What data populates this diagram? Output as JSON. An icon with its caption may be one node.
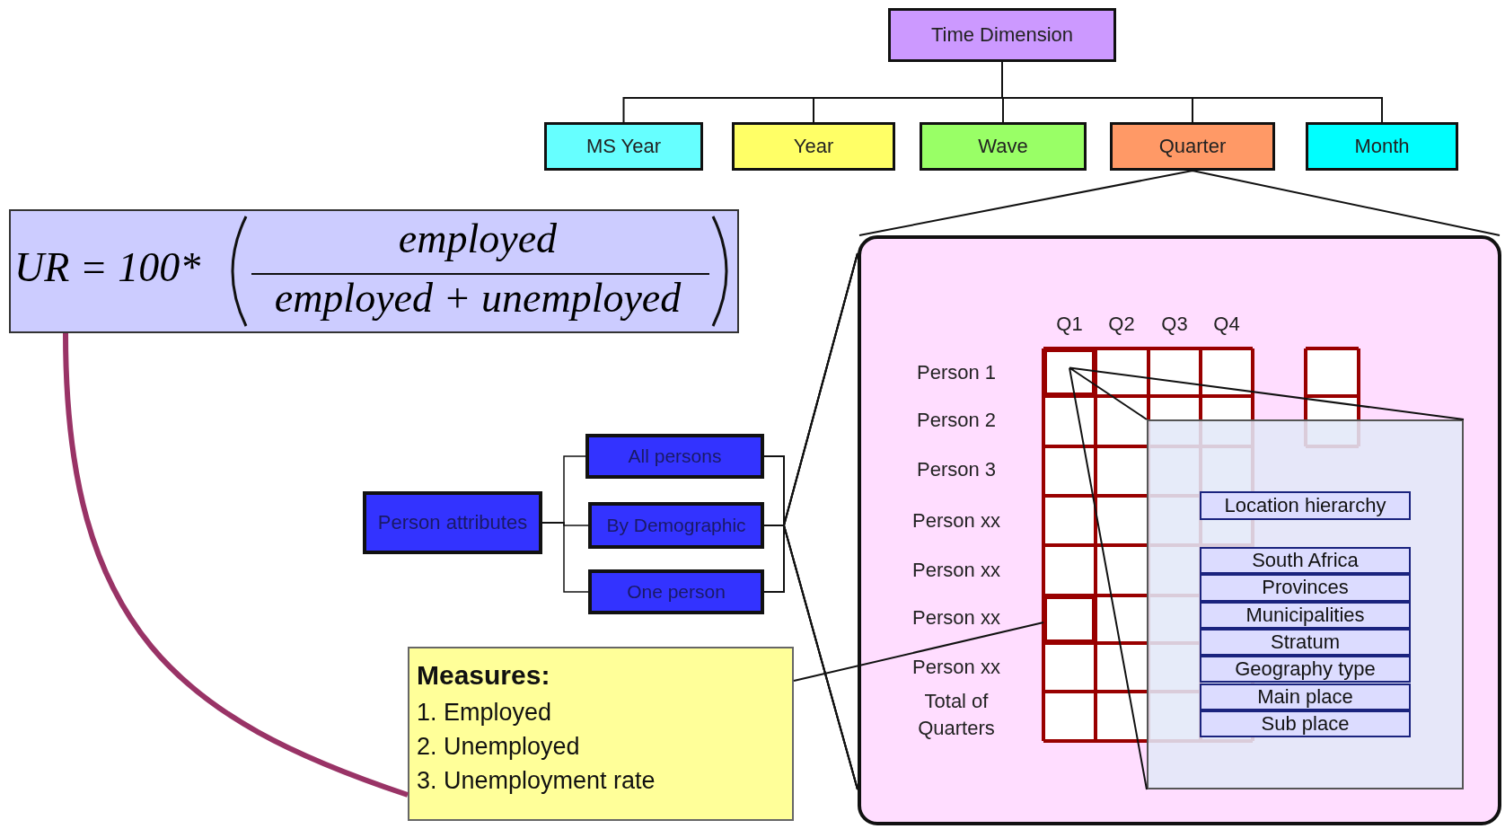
{
  "diagram": {
    "nodes": [
      {
        "text": [
          "Time Dimension"
        ]
      },
      {
        "text": [
          "MS Year"
        ]
      },
      {
        "text": [
          "Year"
        ]
      },
      {
        "text": [
          "Wave"
        ]
      },
      {
        "text": [
          "Quarter"
        ]
      },
      {
        "text": [
          "Month"
        ]
      },
      {
        "text": [
          "UR = 100*",
          "employed",
          "employed + unemployed"
        ]
      },
      {
        "text": [
          "Person attributes"
        ]
      },
      {
        "text": [
          "All persons"
        ]
      },
      {
        "text": [
          "By Demographic"
        ]
      },
      {
        "text": [
          "One person"
        ]
      },
      {
        "text": [
          "Measures:",
          "1. Employed",
          "2. Unemployed",
          "3. Unemployment rate"
        ]
      },
      {
        "text": [],
        "shape": "box"
      },
      {
        "text": [],
        "shape": "box",
        "in": 12
      },
      {
        "text": [],
        "shape": "box",
        "in": 12
      },
      {
        "text": [
          "Location hierarchy"
        ],
        "in": 14
      },
      {
        "text": [
          "South Africa"
        ],
        "in": 14
      },
      {
        "text": [
          "Provinces"
        ],
        "in": 14
      },
      {
        "text": [
          "Municipalities"
        ],
        "in": 14
      },
      {
        "text": [
          "Stratum"
        ],
        "in": 14
      },
      {
        "text": [
          "Geography type"
        ],
        "in": 14
      },
      {
        "text": [
          "Main place"
        ],
        "in": 14
      },
      {
        "text": [
          "Sub place"
        ],
        "in": 14
      },
      {
        "text": [],
        "shape": "box",
        "in": 12
      }
    ],
    "edges": [
      {
        "from": 0,
        "to": 1,
        "arrow": "none"
      },
      {
        "from": 0,
        "to": 2,
        "arrow": "none"
      },
      {
        "from": 0,
        "to": 3,
        "arrow": "none"
      },
      {
        "from": 0,
        "to": 4,
        "arrow": "none"
      },
      {
        "from": 0,
        "to": 5,
        "arrow": "none"
      },
      {
        "from": 4,
        "to": 12,
        "arrow": "none"
      },
      {
        "from": 7,
        "to": 8,
        "arrow": "none"
      },
      {
        "from": 7,
        "to": 9,
        "arrow": "none"
      },
      {
        "from": 7,
        "to": 10,
        "arrow": "none"
      },
      {
        "from": 9,
        "to": 12,
        "arrow": "none"
      },
      {
        "from": 13,
        "to": 14,
        "arrow": "none"
      },
      {
        "from": 11,
        "to": 23,
        "arrow": "none"
      },
      {
        "from": 6,
        "to": 11,
        "arrow": "none",
        "style": "thick",
        "color": "#993366"
      },
      {
        "from": 8,
        "to": 12,
        "arrow": "none"
      },
      {
        "from": 10,
        "to": 12,
        "arrow": "none"
      }
    ],
    "labels": [
      "Q1",
      "Q2",
      "Q3",
      "Q4",
      "Person 1",
      "Person 2",
      "Person 3",
      "Person xx",
      "Person xx",
      "Person xx",
      "Person xx",
      "Total of Quarters"
    ]
  }
}
